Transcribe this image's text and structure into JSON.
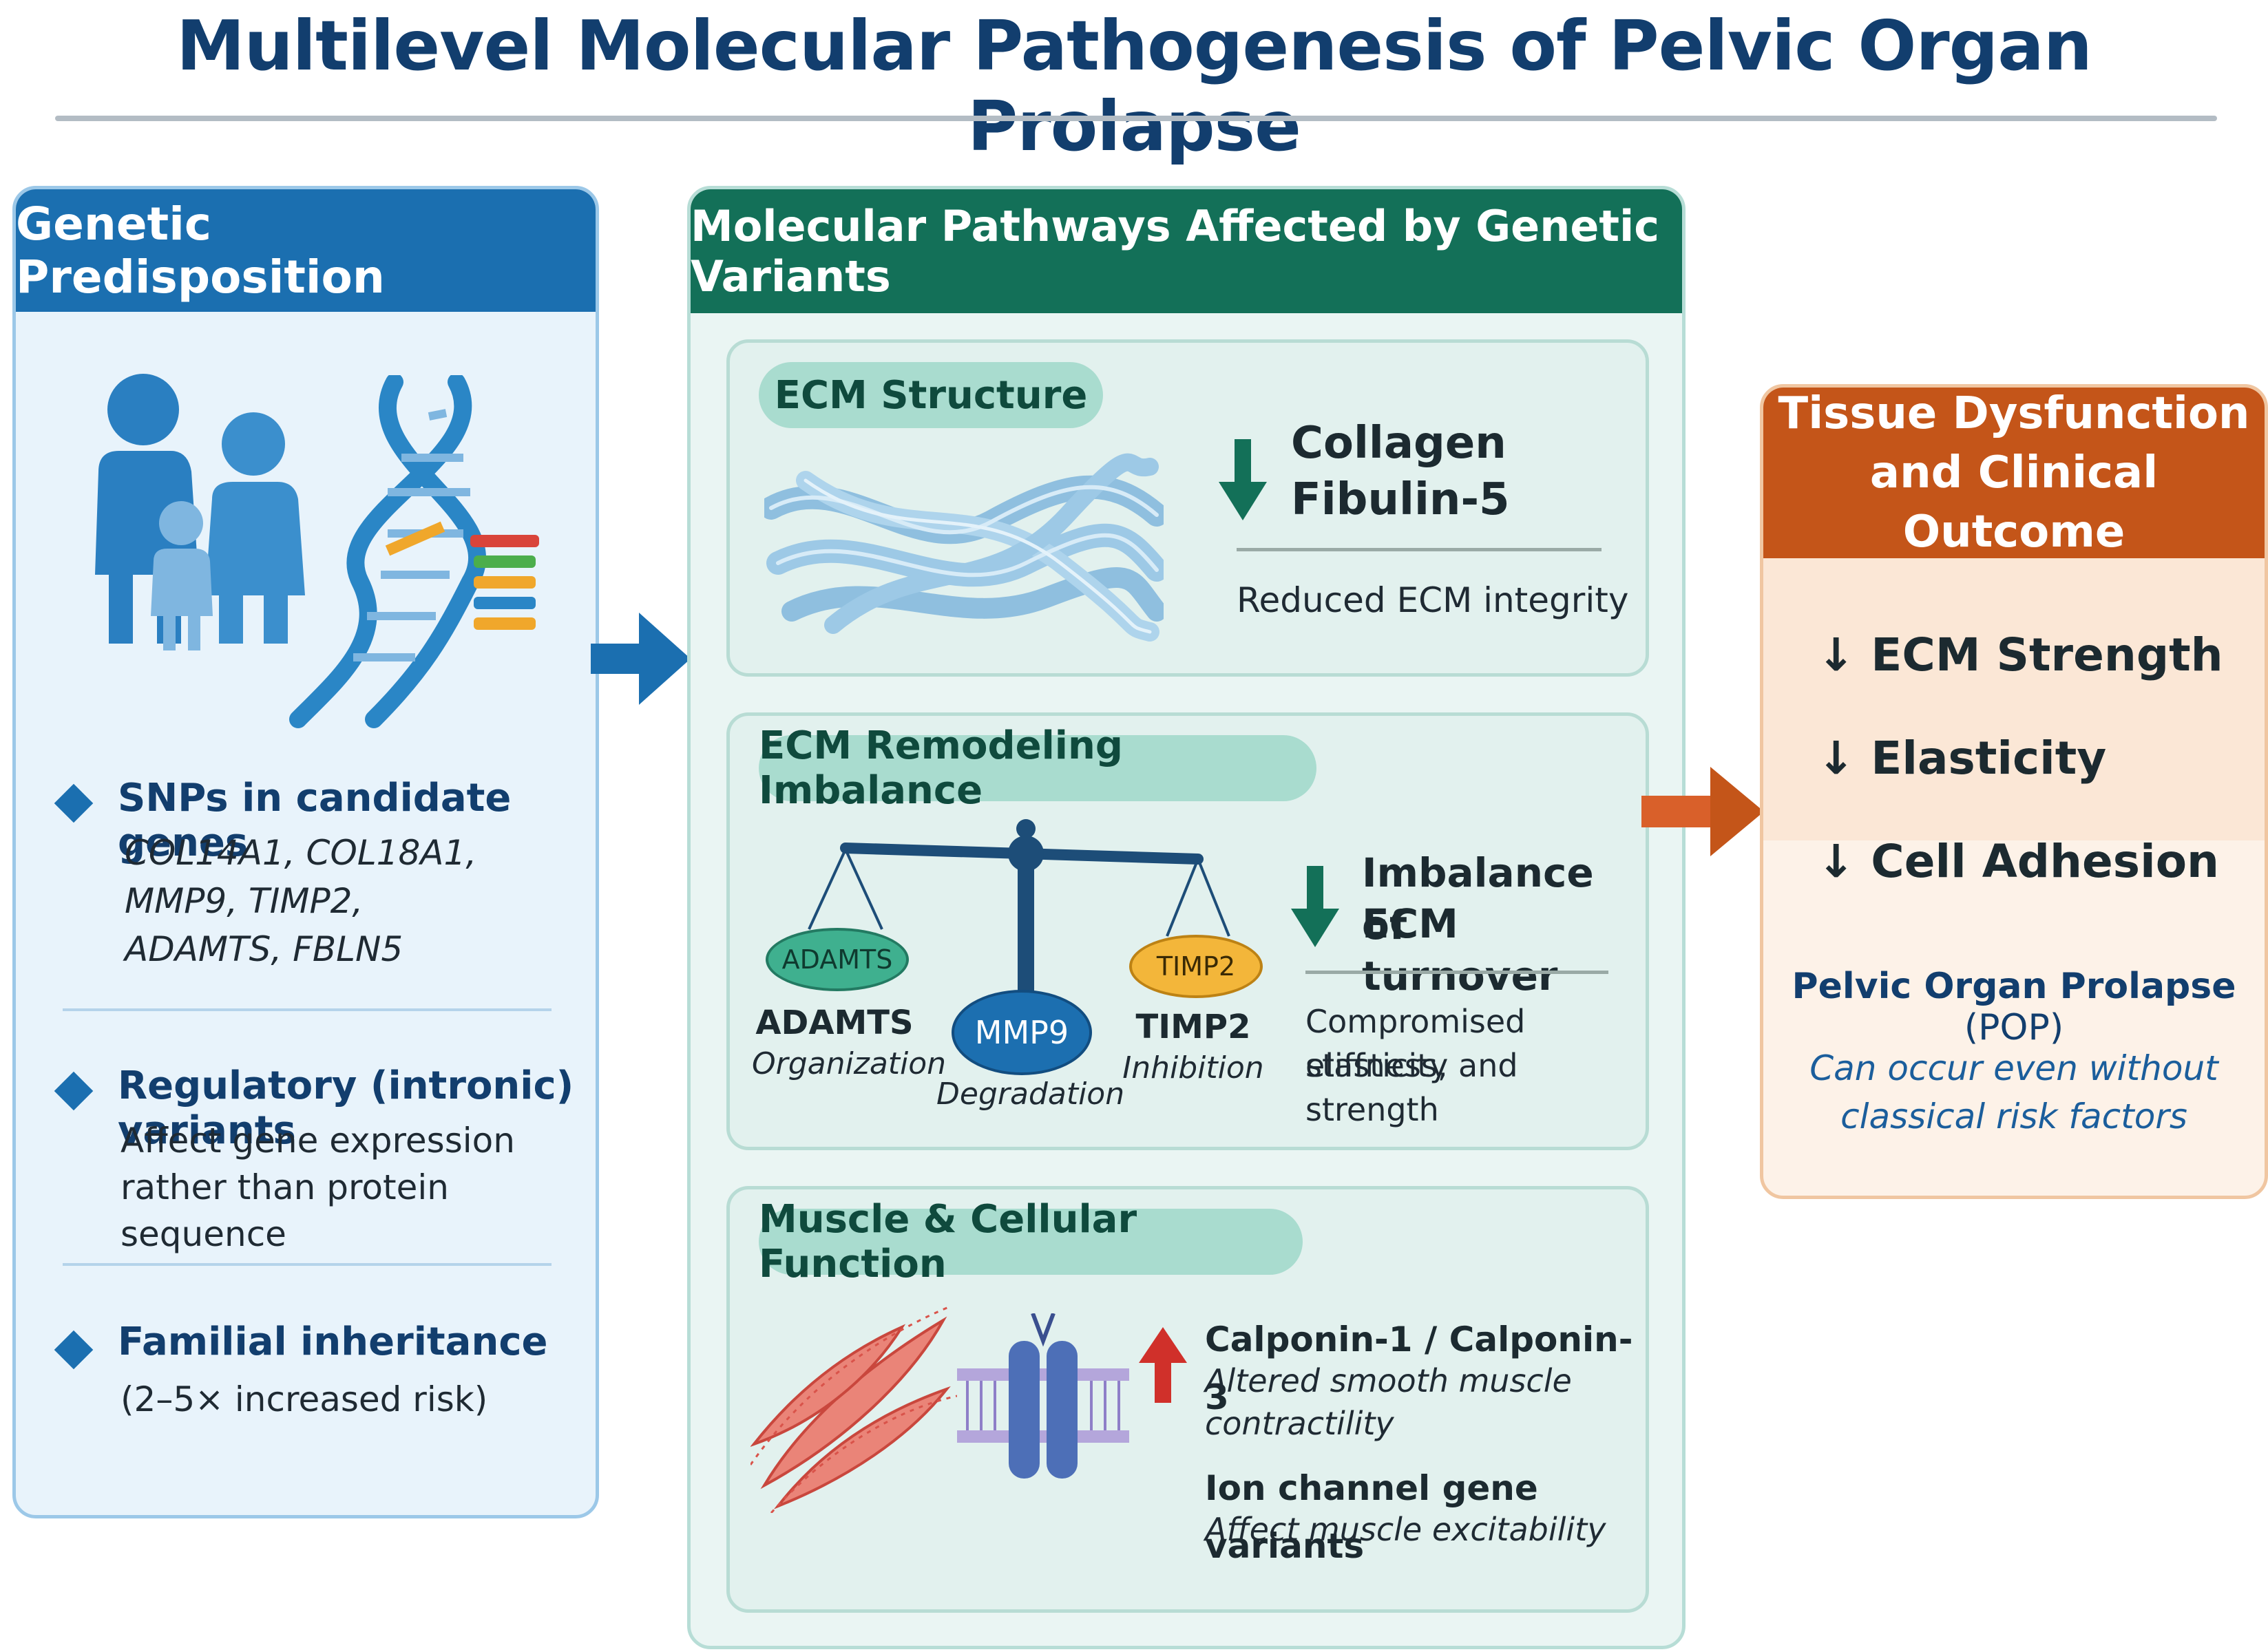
{
  "title": "Multilevel Molecular Pathogenesis of Pelvic Organ Prolapse",
  "genetic": {
    "header": "Genetic Predisposition",
    "snp_title": "SNPs in candidate genes",
    "snp_genes_1": "COL14A1, COL18A1,",
    "snp_genes_2": "MMP9, TIMP2,",
    "snp_genes_3": "ADAMTS, FBLN5",
    "reg_title": "Regulatory (intronic) variants",
    "reg_text_1": "Affect gene expression",
    "reg_text_2": "rather than protein sequence",
    "fam_title": "Familial inheritance",
    "fam_text": "(2–5× increased risk)"
  },
  "pathways": {
    "header": "Molecular Pathways Affected by Genetic Variants",
    "ecm_structure": {
      "label": "ECM Structure",
      "item_1": "Collagen",
      "item_2": "Fibulin-5",
      "note": "Reduced ECM integrity"
    },
    "remodeling": {
      "label": "ECM Remodeling Imbalance",
      "adamts_badge": "ADAMTS",
      "adamts_label": "ADAMTS",
      "adamts_sub": "Organization",
      "mmp9_badge": "MMP9",
      "mmp9_sub": "Degradation",
      "timp2_badge": "TIMP2",
      "timp2_label": "TIMP2",
      "timp2_sub": "Inhibition",
      "effect_1": "Imbalance of",
      "effect_2": "ECM turnover",
      "note_1": "Compromised stiffness,",
      "note_2": "elasticity and strength"
    },
    "muscle": {
      "label": "Muscle & Cellular Function",
      "calponin": "Calponin-1 / Calponin-3",
      "calponin_note_1": "Altered smooth muscle",
      "calponin_note_2": "contractility",
      "ion_title": "Ion channel gene variants",
      "ion_note": "Affect muscle excitability"
    }
  },
  "outcome": {
    "header_1": "Tissue Dysfunction",
    "header_2": "and Clinical Outcome",
    "effects": [
      "ECM Strength",
      "Elasticity",
      "Cell Adhesion"
    ],
    "pop_title": "Pelvic Organ Prolapse",
    "pop_abbr": "(POP)",
    "pop_note_1": "Can occur even without",
    "pop_note_2": "classical risk factors"
  },
  "colors": {
    "genetic": "#1b6fb0",
    "pathways": "#137058",
    "outcome": "#c45519",
    "down_arrow": "#137058",
    "up_arrow": "#d0302a"
  }
}
